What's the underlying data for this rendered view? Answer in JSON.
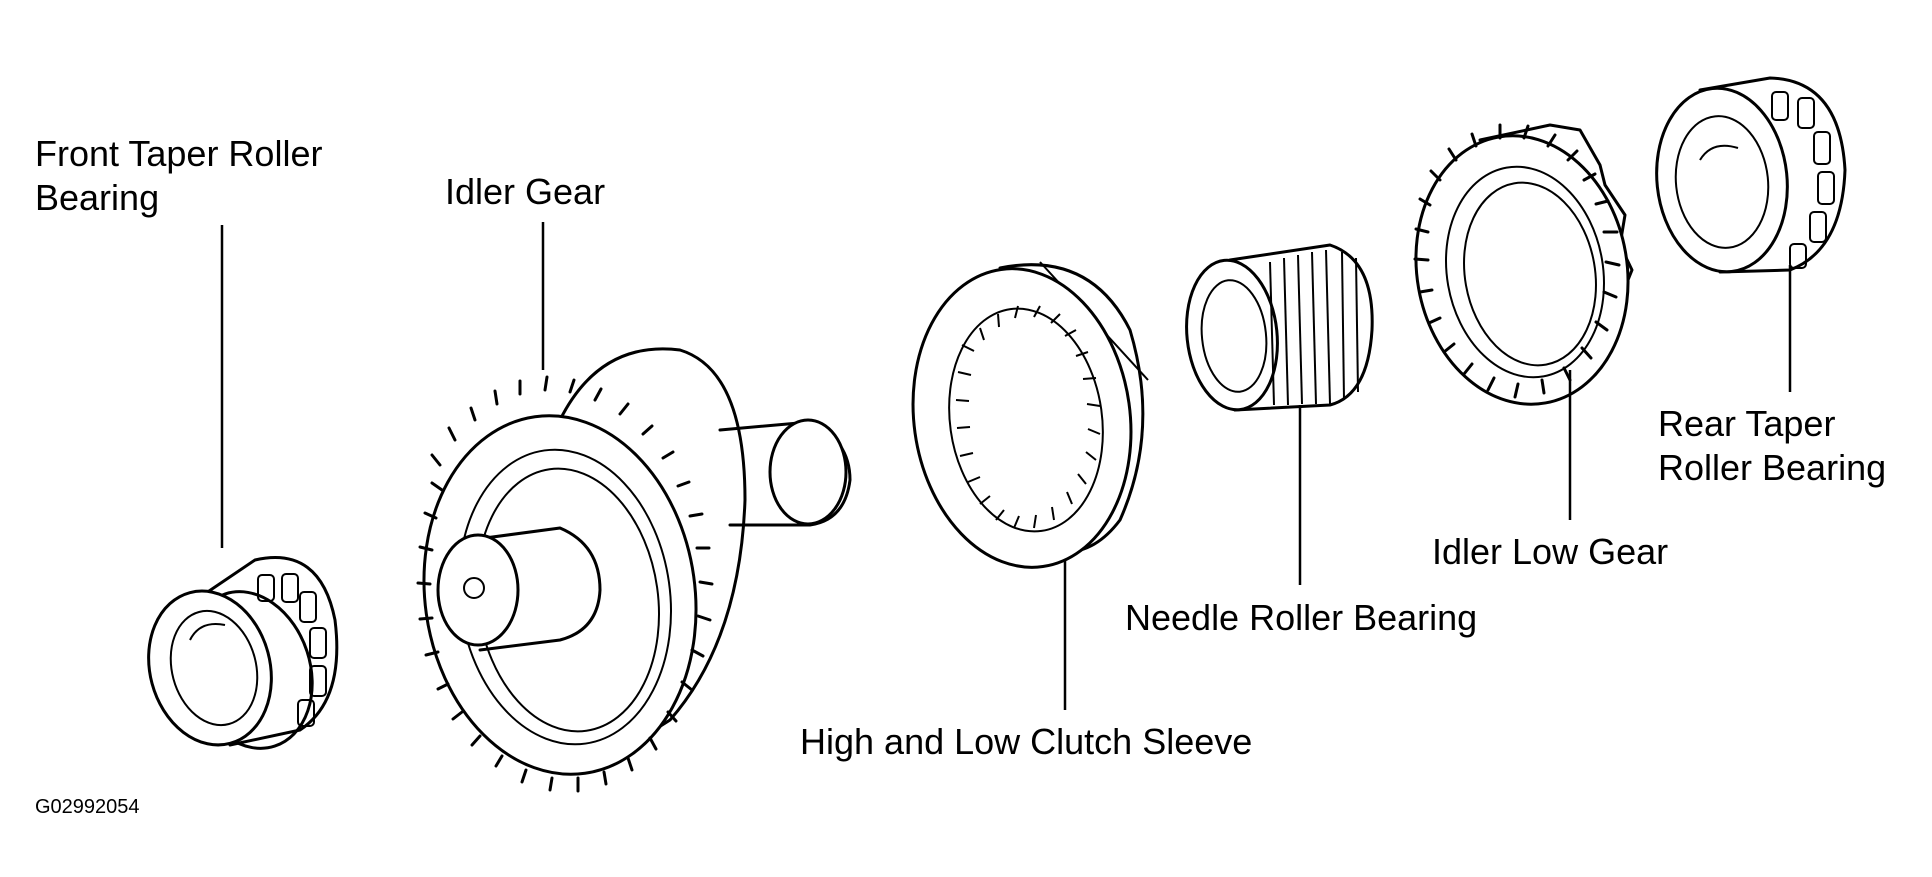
{
  "labels": {
    "front_bearing_line1": "Front Taper Roller",
    "front_bearing_line2": "Bearing",
    "idler_gear": "Idler Gear",
    "clutch_sleeve": "High and Low Clutch Sleeve",
    "needle_bearing": "Needle Roller Bearing",
    "idler_low_gear": "Idler Low Gear",
    "rear_bearing_line1": "Rear Taper",
    "rear_bearing_line2": "Roller Bearing"
  },
  "figure_id": "G02992054"
}
